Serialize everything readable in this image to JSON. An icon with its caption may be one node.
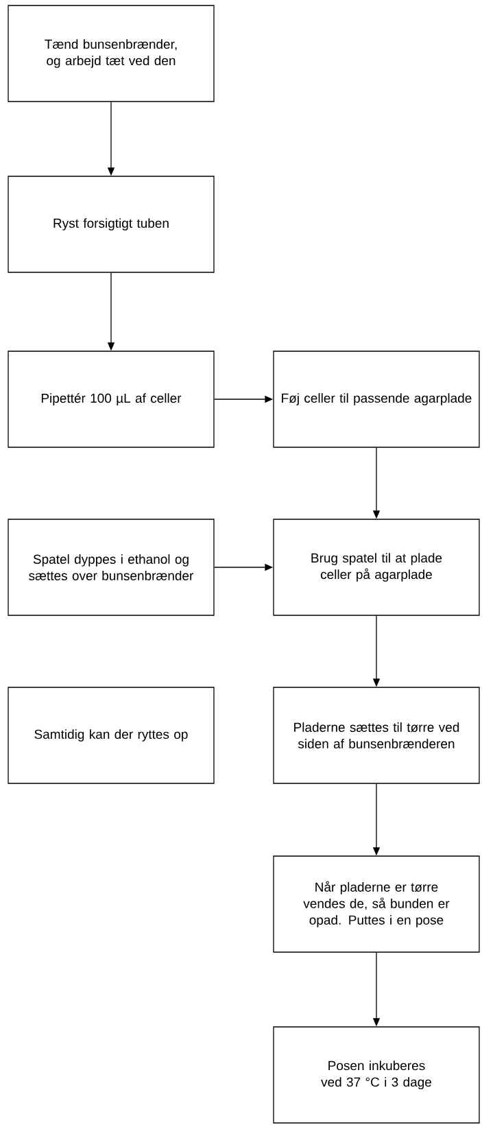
{
  "diagram": {
    "nodes": [
      {
        "text": [
          "Tænd bunsenbrænder, og arbejd tæt ved den"
        ]
      },
      {
        "text": [
          "Ryst forsigtigt tuben"
        ]
      },
      {
        "text": [
          "Pipettér 100 µL af celler"
        ]
      },
      {
        "text": [
          "Føj celler til passende agarplade"
        ]
      },
      {
        "text": [
          "Spatel dyppes i ethanol og sættes over bunsenbrænder"
        ]
      },
      {
        "text": [
          "Brug spatel til at plade celler på agarplade"
        ]
      },
      {
        "text": [
          "Samtidig kan der ryttes op"
        ]
      },
      {
        "text": [
          "Pladerne sættes til tørre ved siden af bunsenbrænderen"
        ]
      },
      {
        "text": [
          "Når pladerne er tørre vendes de, så bunden er opad. Puttes i en pose"
        ]
      },
      {
        "text": [
          "Posen inkuberes ved 37 °C i 3 dage"
        ]
      }
    ],
    "edges": [
      {
        "from": 0,
        "to": 1,
        "arrow": "to"
      },
      {
        "from": 1,
        "to": 2,
        "arrow": "to"
      },
      {
        "from": 2,
        "to": 3,
        "arrow": "to"
      },
      {
        "from": 3,
        "to": 5,
        "arrow": "to"
      },
      {
        "from": 4,
        "to": 5,
        "arrow": "to"
      },
      {
        "from": 5,
        "to": 7,
        "arrow": "to"
      },
      {
        "from": 7,
        "to": 8,
        "arrow": "to"
      },
      {
        "from": 8,
        "to": 9,
        "arrow": "to"
      }
    ]
  }
}
